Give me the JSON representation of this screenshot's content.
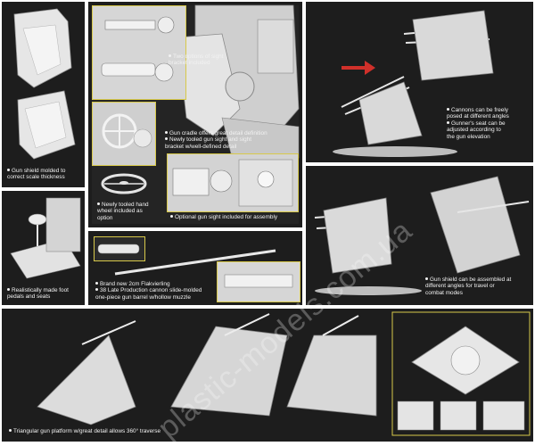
{
  "captions": {
    "shield": [
      "Gun shield molded to",
      "correct scale thickness"
    ],
    "sight_bracket": [
      "Two options of sight",
      "bracket included"
    ],
    "cradle": [
      "Gun cradle offers great detail definition",
      "Newly tooled gun sight and sight",
      "bracket w/well-defined detail"
    ],
    "handwheel": [
      "Newly tooled hand",
      "wheel included as",
      "option"
    ],
    "optional_sight": [
      "Optional gun sight included for assembly"
    ],
    "cannons": [
      "Cannons can be freely",
      "posed at different angles",
      "Gunner's seat can be",
      "adjusted according to",
      "the gun elevation"
    ],
    "pedals": [
      "Realistically made foot",
      "pedals and seats"
    ],
    "barrel": [
      "Brand new 2cm Flakvierling",
      "38 Late Production cannon slide-molded",
      "one-piece gun barrel w/hollow muzzle"
    ],
    "gun_shield_angles": [
      "Gun shield can be assembled at",
      "different angles for travel or",
      "combat modes"
    ],
    "platform": [
      "Triangular gun platform w/great detail allows 360° traverse"
    ]
  },
  "watermark": "plastic-models.com.ua",
  "colors": {
    "panel_bg": "#1d1d1d",
    "callout": "#d8c94a",
    "arrow": "#d0302a"
  }
}
